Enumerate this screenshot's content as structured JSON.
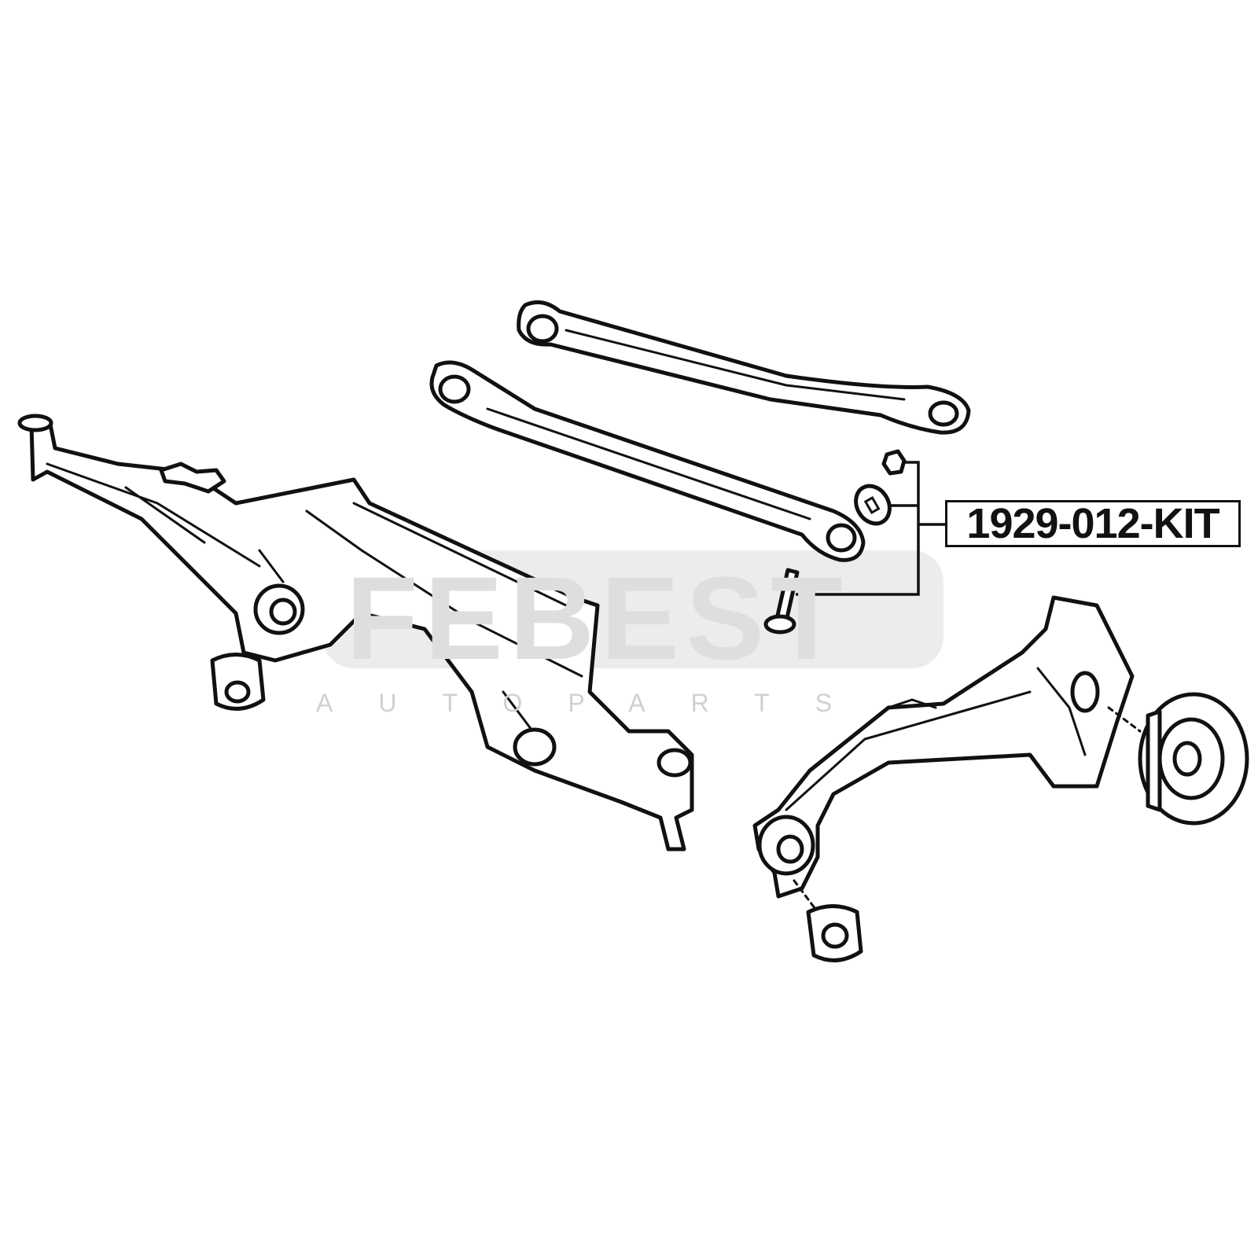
{
  "diagram": {
    "part_number_label": "1929-012-KIT",
    "watermark": {
      "brand": "FEBEST",
      "tagline": "AUTOPARTS"
    },
    "components": [
      "rear-subframe",
      "upper-link-arm",
      "lower-link-arm",
      "adjusting-nut",
      "eccentric-washer",
      "camber-bolt",
      "subframe-bushing",
      "trailing-arm-knuckle",
      "knuckle-bushing",
      "wheel-hub"
    ],
    "highlighted_kit_items": [
      "adjusting-nut",
      "eccentric-washer",
      "camber-bolt"
    ],
    "line_color": "#111111",
    "watermark_color": "#dedede"
  }
}
